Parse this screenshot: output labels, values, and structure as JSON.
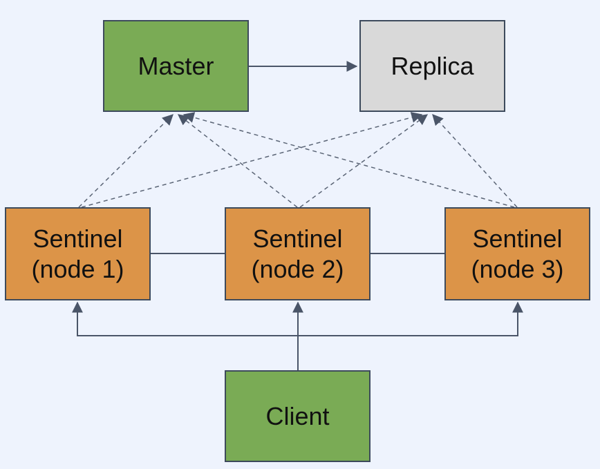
{
  "diagram": {
    "background": "#eef3fd",
    "nodes": {
      "master": {
        "label": "Master",
        "fill": "#7aab55"
      },
      "replica": {
        "label": "Replica",
        "fill": "#d9d9d9"
      },
      "sentinel1": {
        "line1": "Sentinel",
        "line2": "(node 1)",
        "fill": "#dc9448"
      },
      "sentinel2": {
        "line1": "Sentinel",
        "line2": "(node 2)",
        "fill": "#dc9448"
      },
      "sentinel3": {
        "line1": "Sentinel",
        "line2": "(node 3)",
        "fill": "#dc9448"
      },
      "client": {
        "label": "Client",
        "fill": "#7aab55"
      }
    },
    "edges": [
      {
        "from": "master",
        "to": "replica",
        "style": "solid",
        "arrow": true
      },
      {
        "from": "sentinel1",
        "to": "master",
        "style": "dashed",
        "arrow": true
      },
      {
        "from": "sentinel1",
        "to": "replica",
        "style": "dashed",
        "arrow": true
      },
      {
        "from": "sentinel2",
        "to": "master",
        "style": "dashed",
        "arrow": true
      },
      {
        "from": "sentinel2",
        "to": "replica",
        "style": "dashed",
        "arrow": true
      },
      {
        "from": "sentinel3",
        "to": "master",
        "style": "dashed",
        "arrow": true
      },
      {
        "from": "sentinel3",
        "to": "replica",
        "style": "dashed",
        "arrow": true
      },
      {
        "from": "sentinel1",
        "to": "sentinel2",
        "style": "solid",
        "arrow": false
      },
      {
        "from": "sentinel2",
        "to": "sentinel3",
        "style": "solid",
        "arrow": false
      },
      {
        "from": "client",
        "to": "sentinel1",
        "style": "solid",
        "arrow": true
      },
      {
        "from": "client",
        "to": "sentinel2",
        "style": "solid",
        "arrow": true
      },
      {
        "from": "client",
        "to": "sentinel3",
        "style": "solid",
        "arrow": true
      }
    ],
    "line_color": "#4a5568"
  }
}
